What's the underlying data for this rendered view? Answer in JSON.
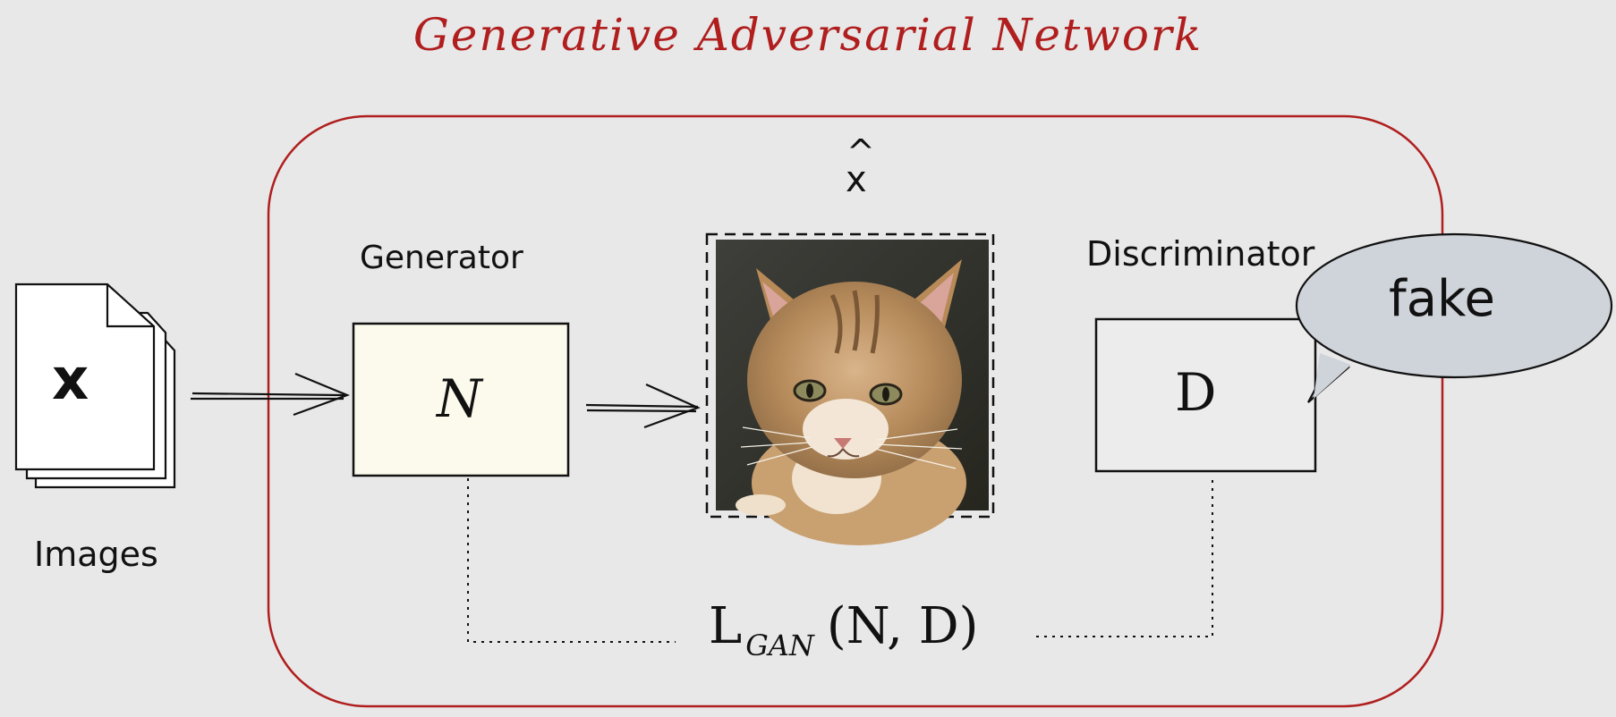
{
  "title": "Generative Adversarial Network",
  "colors": {
    "background": "#e8e8e8",
    "accent": "#b01e1e",
    "generator_fill": "#fbfaec",
    "bubble_fill": "#cfd3da",
    "ink": "#111111"
  },
  "input": {
    "symbol": "x",
    "caption": "Images"
  },
  "generator": {
    "label": "Generator",
    "symbol": "N"
  },
  "generated": {
    "symbol": "x",
    "hat": "^"
  },
  "discriminator": {
    "label": "Discriminator",
    "symbol": "D",
    "verdict": "fake"
  },
  "loss": {
    "main": "L",
    "sub": "GAN",
    "args": "(N, D)"
  }
}
